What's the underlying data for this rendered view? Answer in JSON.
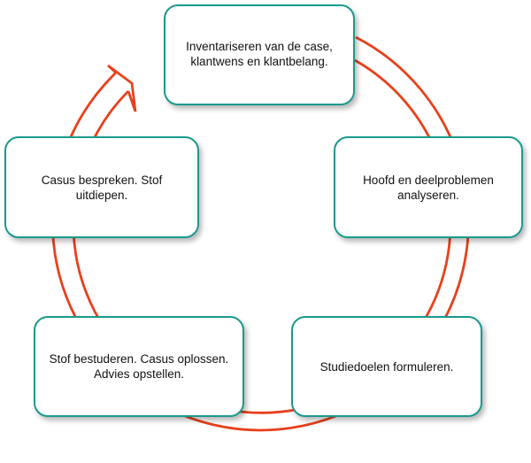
{
  "colors": {
    "arrow": "#e8411c",
    "box_border": "#1a9a8e",
    "box_fill": "#ffffff",
    "text": "#111111"
  },
  "steps": [
    {
      "text": "Inventariseren van de case, klantwens en klantbelang."
    },
    {
      "text": "Hoofd en deelproblemen analyseren."
    },
    {
      "text": "Studiedoelen formuleren."
    },
    {
      "text": "Stof bestuderen. Casus oplossen. Advies opstellen."
    },
    {
      "text": "Casus bespreken. Stof uitdiepen."
    }
  ]
}
